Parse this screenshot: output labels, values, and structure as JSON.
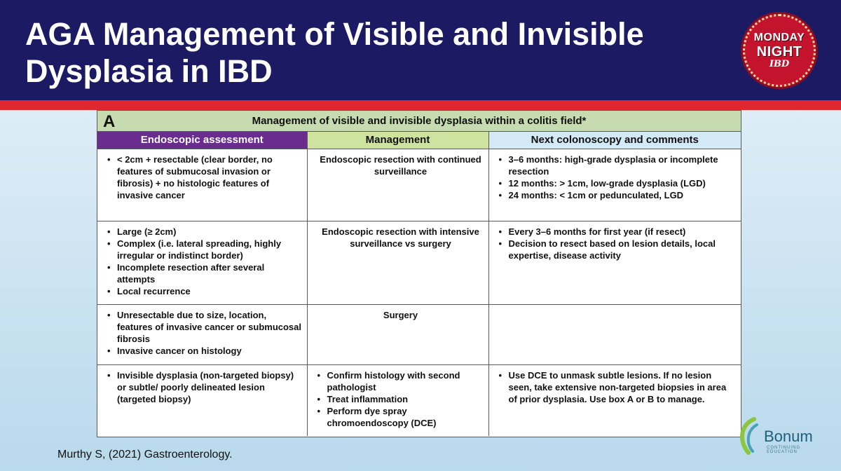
{
  "slide": {
    "title": "AGA Management of Visible and Invisible Dysplasia in IBD",
    "citation": "Murthy S, (2021) Gastroenterology.",
    "logo": {
      "line1": "MONDAY",
      "line2": "NIGHT",
      "line3": "IBD"
    },
    "bonum": {
      "name": "Bonum",
      "tagline": "CONTINUING EDUCATION"
    }
  },
  "colors": {
    "header": "#1c1a63",
    "accent_red": "#e0262e",
    "col1_header": "#6b2c8f",
    "col2_header": "#cfe3a0",
    "col3_header": "#d4e9f6",
    "panel_title_bg": "#c6dcb0"
  },
  "table": {
    "letter": "A",
    "title": "Management of visible and invisible dysplasia within a colitis field*",
    "columns": [
      "Endoscopic assessment",
      "Management",
      "Next colonoscopy and comments"
    ],
    "rows": [
      {
        "assessment": [
          "< 2cm + resectable (clear border, no features of submucosal invasion or fibrosis) + no histologic features of invasive cancer"
        ],
        "management": "Endoscopic resection with continued surveillance",
        "comments": [
          "3–6 months: high-grade dysplasia or incomplete resection",
          "12 months: > 1cm, low-grade dysplasia (LGD)",
          "24 months: < 1cm or pedunculated, LGD"
        ]
      },
      {
        "assessment": [
          "Large (≥ 2cm)",
          "Complex (i.e. lateral spreading, highly irregular or indistinct border)",
          "Incomplete resection after several attempts",
          "Local recurrence"
        ],
        "management": "Endoscopic resection with intensive surveillance vs surgery",
        "comments": [
          "Every 3–6 months for first year (if resect)",
          "Decision to resect based on lesion details, local expertise, disease activity"
        ]
      },
      {
        "assessment": [
          "Unresectable due to size, location, features of invasive cancer or submucosal fibrosis",
          "Invasive cancer on histology"
        ],
        "management": "Surgery",
        "comments": []
      },
      {
        "assessment": [
          "Invisible dysplasia (non-targeted biopsy) or subtle/ poorly delineated lesion (targeted biopsy)"
        ],
        "management_list": [
          "Confirm histology with second pathologist",
          "Treat inflammation",
          "Perform dye spray chromoendoscopy (DCE)"
        ],
        "comments": [
          "Use DCE to unmask subtle lesions. If no lesion seen, take extensive non-targeted biopsies in area of prior dysplasia. Use box A or B to manage."
        ]
      }
    ]
  }
}
